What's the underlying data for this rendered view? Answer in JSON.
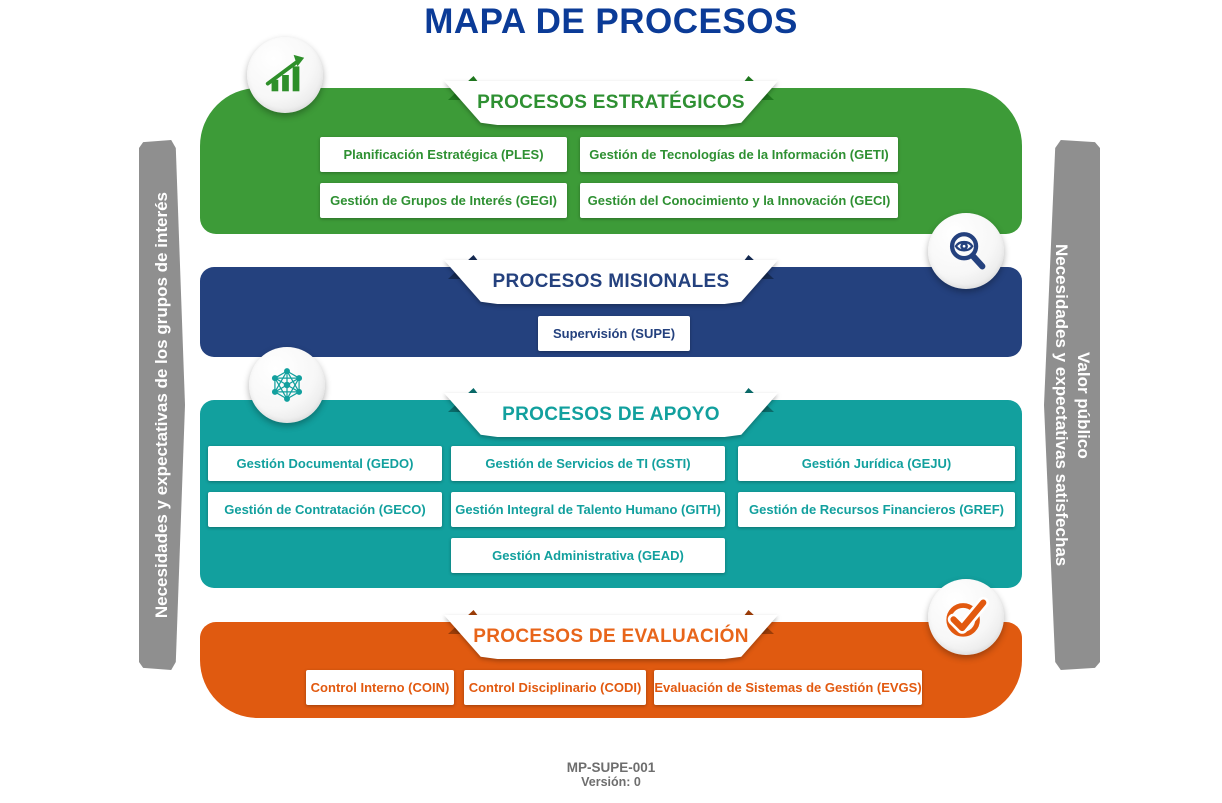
{
  "title": "MAPA DE PROCESOS",
  "sidebars": {
    "left": "Necesidades y expectativas de los grupos de interés",
    "right_inner": "Necesidades y expectativas satisfechas",
    "right_outer": "Valor público"
  },
  "bands": {
    "estrategicos": {
      "header": "PROCESOS ESTRATÉGICOS",
      "color": "#3d9b38",
      "items": {
        "ples": "Planificación Estratégica (PLES)",
        "geti": "Gestión de Tecnologías de la Información (GETI)",
        "gegi": "Gestión de Grupos de Interés (GEGI)",
        "geci": "Gestión del Conocimiento y la Innovación (GECI)"
      }
    },
    "misionales": {
      "header": "PROCESOS MISIONALES",
      "color": "#24417e",
      "items": {
        "supe": "Supervisión (SUPE)"
      }
    },
    "apoyo": {
      "header": "PROCESOS DE APOYO",
      "color": "#12a09e",
      "items": {
        "gedo": "Gestión Documental (GEDO)",
        "gsti": "Gestión de Servicios de TI (GSTI)",
        "geju": "Gestión Jurídica (GEJU)",
        "geco": "Gestión de Contratación (GECO)",
        "gith": "Gestión Integral de Talento Humano (GITH)",
        "gref": "Gestión de Recursos Financieros (GREF)",
        "gead": "Gestión Administrativa (GEAD)"
      }
    },
    "evaluacion": {
      "header": "PROCESOS DE EVALUACIÓN",
      "color": "#e05a10",
      "items": {
        "coin": "Control Interno (COIN)",
        "codi": "Control Disciplinario (CODI)",
        "evgs": "Evaluación de Sistemas de Gestión (EVGS)"
      }
    }
  },
  "icons": {
    "growth_chart": "growth-chart-icon",
    "magnifier_eye": "magnifier-eye-icon",
    "network": "network-icon",
    "check": "check-circle-icon"
  },
  "footer": {
    "code": "MP-SUPE-001",
    "version": "Versión: 0"
  },
  "colors": {
    "title_blue": "#0b3b97",
    "band_green": "#3d9b38",
    "band_blue": "#24417e",
    "band_teal": "#12a09e",
    "band_orange": "#e05a10",
    "sidebar_gray": "#8f8f8f",
    "footer_gray": "#6e6e6e"
  }
}
